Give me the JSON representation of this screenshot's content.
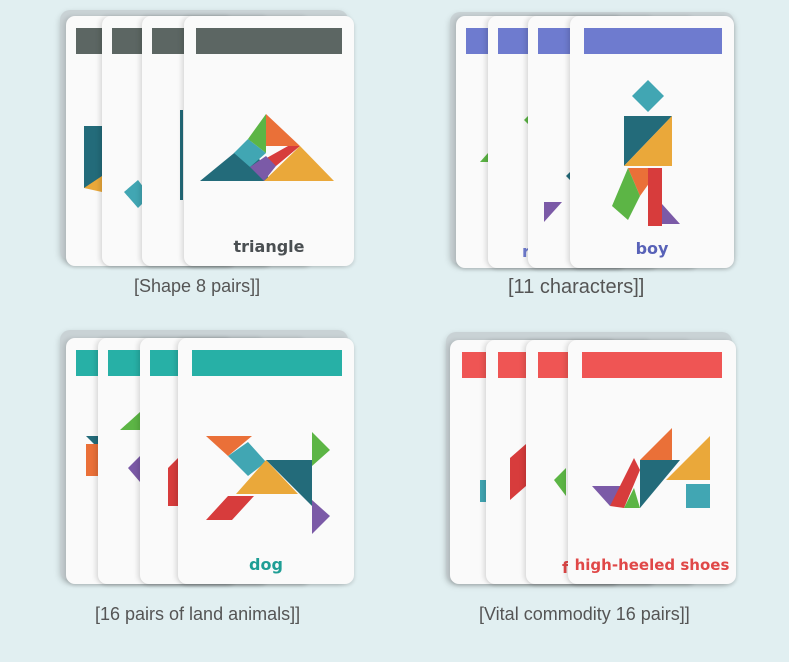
{
  "panels": [
    {
      "caption": "[Shape 8 pairs]]",
      "word": "triangle",
      "accent": "#5c6663"
    },
    {
      "caption": "[11 characters]]",
      "word": "boy",
      "accent": "#6e7bcf"
    },
    {
      "caption": "[16 pairs of land animals]]",
      "word": "dog",
      "accent": "#27b0a6"
    },
    {
      "caption": "[Vital commodity 16 pairs]]",
      "word": "high-heeled shoes",
      "peek": "f",
      "accent": "#ef5554"
    }
  ],
  "piece_colors": {
    "teal_dark": "#236b7a",
    "teal_light": "#41a6b3",
    "green": "#5cb545",
    "orange": "#ea7038",
    "red": "#d73c3c",
    "purple": "#7b5aa7",
    "yellow": "#eaa83a"
  }
}
